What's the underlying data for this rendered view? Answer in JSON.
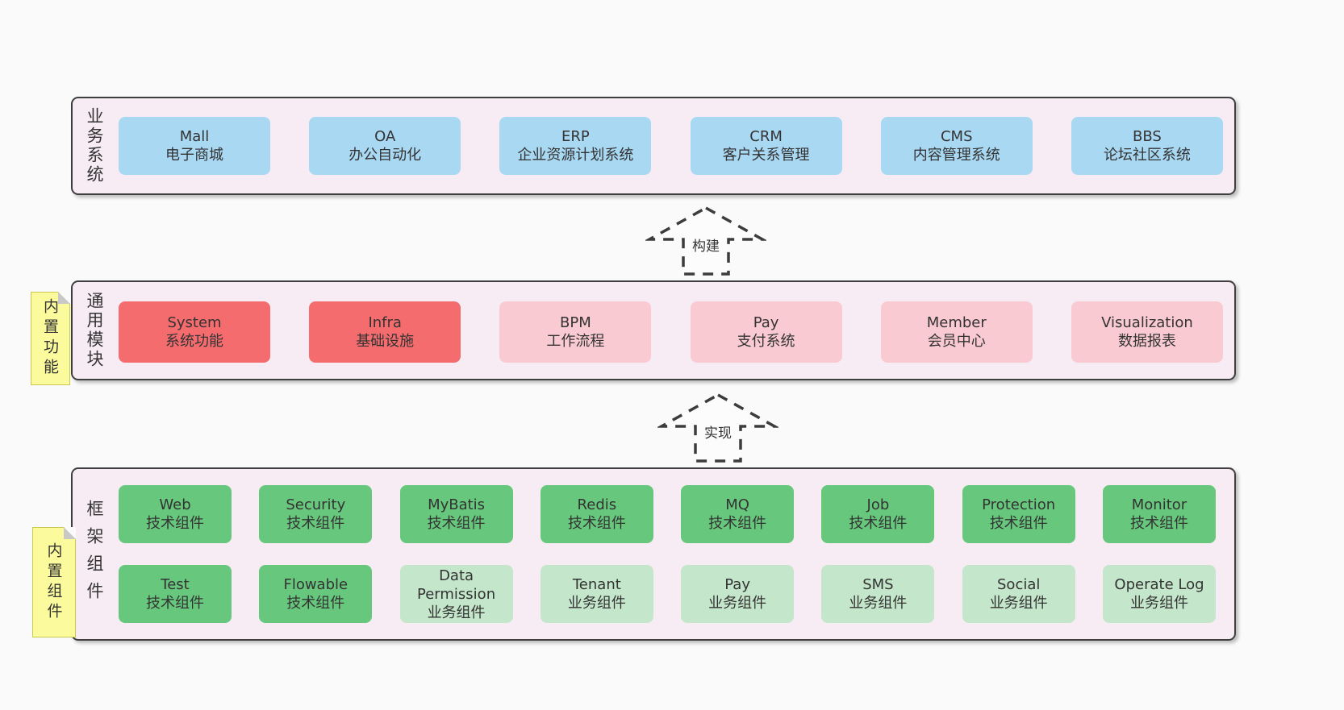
{
  "colors": {
    "page_background": "#FAFAFA",
    "layer_fill": "#F8ECF4",
    "layer_border": "#3F3F3F",
    "blue_box": "#A9D8F3",
    "red_box": "#F56C6F",
    "pink_box": "#FACAD3",
    "green_box": "#67C87D",
    "light_green_box": "#C4E6CB",
    "sticky_note": "#FBFB9E",
    "text": "#333333"
  },
  "layers": [
    {
      "label": "业务系统",
      "boxes": [
        {
          "title": "Mall",
          "subtitle": "电子商城"
        },
        {
          "title": "OA",
          "subtitle": "办公自动化"
        },
        {
          "title": "ERP",
          "subtitle": "企业资源计划系统"
        },
        {
          "title": "CRM",
          "subtitle": "客户关系管理"
        },
        {
          "title": "CMS",
          "subtitle": "内容管理系统"
        },
        {
          "title": "BBS",
          "subtitle": "论坛社区系统"
        }
      ]
    },
    {
      "label": "通用模块",
      "boxes": [
        {
          "title": "System",
          "subtitle": "系统功能"
        },
        {
          "title": "Infra",
          "subtitle": "基础设施"
        },
        {
          "title": "BPM",
          "subtitle": "工作流程"
        },
        {
          "title": "Pay",
          "subtitle": "支付系统"
        },
        {
          "title": "Member",
          "subtitle": "会员中心"
        },
        {
          "title": "Visualization",
          "subtitle": "数据报表"
        }
      ]
    },
    {
      "label": "框架组件",
      "rows": [
        [
          {
            "title": "Web",
            "subtitle": "技术组件"
          },
          {
            "title": "Security",
            "subtitle": "技术组件"
          },
          {
            "title": "MyBatis",
            "subtitle": "技术组件"
          },
          {
            "title": "Redis",
            "subtitle": "技术组件"
          },
          {
            "title": "MQ",
            "subtitle": "技术组件"
          },
          {
            "title": "Job",
            "subtitle": "技术组件"
          },
          {
            "title": "Protection",
            "subtitle": "技术组件"
          },
          {
            "title": "Monitor",
            "subtitle": "技术组件"
          }
        ],
        [
          {
            "title": "Test",
            "subtitle": "技术组件"
          },
          {
            "title": "Flowable",
            "subtitle": "技术组件"
          },
          {
            "title": "Data Permission",
            "subtitle": "业务组件"
          },
          {
            "title": "Tenant",
            "subtitle": "业务组件"
          },
          {
            "title": "Pay",
            "subtitle": "业务组件"
          },
          {
            "title": "SMS",
            "subtitle": "业务组件"
          },
          {
            "title": "Social",
            "subtitle": "业务组件"
          },
          {
            "title": "Operate Log",
            "subtitle": "业务组件"
          }
        ]
      ]
    }
  ],
  "arrows": [
    {
      "label": "构建"
    },
    {
      "label": "实现"
    }
  ],
  "notes": [
    {
      "label": "内置功能"
    },
    {
      "label": "内置组件"
    }
  ]
}
